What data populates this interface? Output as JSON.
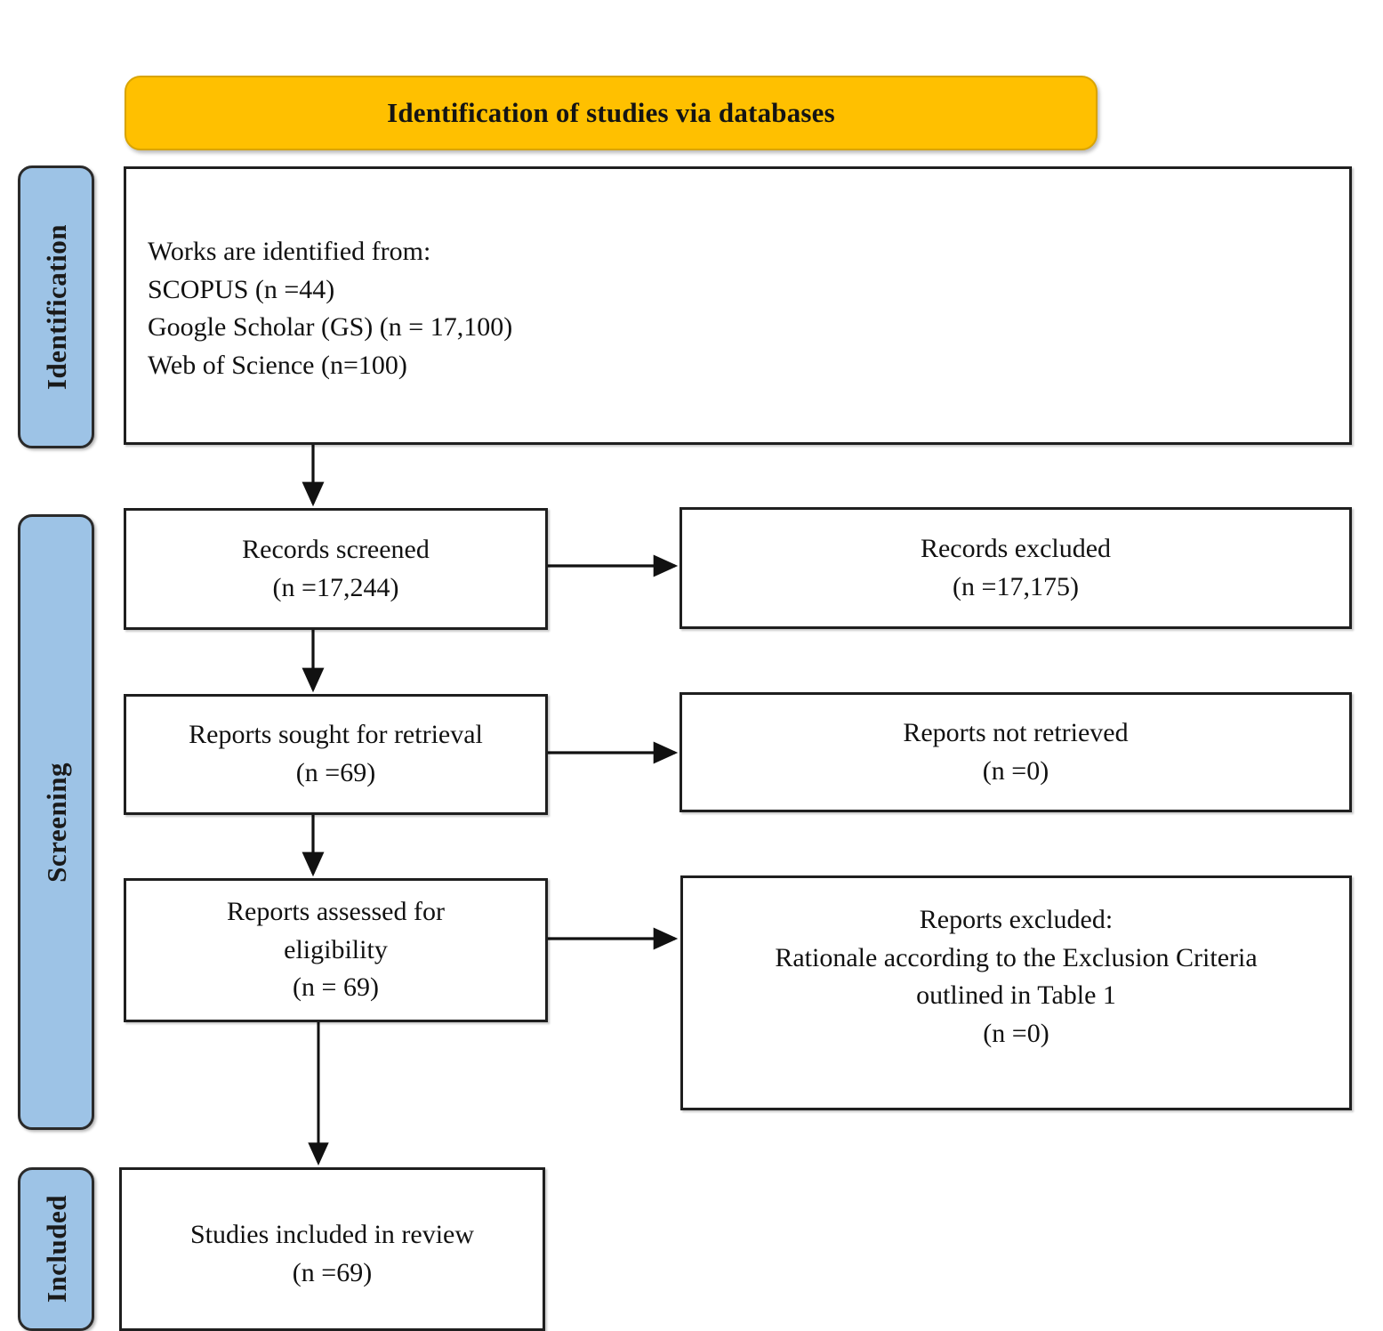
{
  "banner": {
    "title": "Identification of studies via databases"
  },
  "phases": [
    {
      "label": "Identification",
      "name": "phase-identification"
    },
    {
      "label": "Screening",
      "name": "phase-screening"
    },
    {
      "label": "Included",
      "name": "phase-included"
    }
  ],
  "boxes": {
    "identification_sources": {
      "line1": "Works are identified from:",
      "line2": "SCOPUS (n =44)",
      "line3": "Google Scholar (GS) (n = 17,100)",
      "line4": "Web of Science (n=100)"
    },
    "records_screened": {
      "line1": "Records screened",
      "line2": "(n =17,244)"
    },
    "records_excluded": {
      "line1": "Records excluded",
      "line2": "(n =17,175)"
    },
    "reports_sought": {
      "line1": "Reports sought for retrieval",
      "line2": "(n =69)"
    },
    "reports_not_retrieved": {
      "line1": "Reports not retrieved",
      "line2": "(n =0)"
    },
    "reports_assessed": {
      "line1": "Reports assessed for",
      "line2": "eligibility",
      "line3": "(n = 69)"
    },
    "reports_excluded": {
      "line1": "Reports excluded:",
      "line2": "Rationale according to the Exclusion Criteria",
      "line3": "outlined in Table 1",
      "line4": "(n =0)"
    },
    "studies_included": {
      "line1": "Studies included in review",
      "line2": "(n =69)"
    }
  },
  "colors": {
    "banner_fill": "#FFC000",
    "phase_fill": "#9DC3E6",
    "box_border": "#1f1f1f",
    "text": "#111111"
  },
  "chart_data": {
    "type": "diagram",
    "title": "PRISMA flow diagram - Identification of studies via databases",
    "phases": [
      "Identification",
      "Screening",
      "Included"
    ],
    "nodes": [
      {
        "id": "identification_sources",
        "phase": "Identification",
        "label": "Works are identified from: SCOPUS (n =44); Google Scholar (GS) (n = 17,100); Web of Science (n=100)",
        "n": 17244
      },
      {
        "id": "records_screened",
        "phase": "Screening",
        "label": "Records screened",
        "n": 17244
      },
      {
        "id": "records_excluded",
        "phase": "Screening",
        "label": "Records excluded",
        "n": 17175
      },
      {
        "id": "reports_sought",
        "phase": "Screening",
        "label": "Reports sought for retrieval",
        "n": 69
      },
      {
        "id": "reports_not_retrieved",
        "phase": "Screening",
        "label": "Reports not retrieved",
        "n": 0
      },
      {
        "id": "reports_assessed",
        "phase": "Screening",
        "label": "Reports assessed for eligibility",
        "n": 69
      },
      {
        "id": "reports_excluded",
        "phase": "Screening",
        "label": "Reports excluded: Rationale according to the Exclusion Criteria outlined in Table 1",
        "n": 0
      },
      {
        "id": "studies_included",
        "phase": "Included",
        "label": "Studies included in review",
        "n": 69
      }
    ],
    "edges": [
      {
        "from": "identification_sources",
        "to": "records_screened",
        "direction": "down"
      },
      {
        "from": "records_screened",
        "to": "records_excluded",
        "direction": "right"
      },
      {
        "from": "records_screened",
        "to": "reports_sought",
        "direction": "down"
      },
      {
        "from": "reports_sought",
        "to": "reports_not_retrieved",
        "direction": "right"
      },
      {
        "from": "reports_sought",
        "to": "reports_assessed",
        "direction": "down"
      },
      {
        "from": "reports_assessed",
        "to": "reports_excluded",
        "direction": "right"
      },
      {
        "from": "reports_assessed",
        "to": "studies_included",
        "direction": "down"
      }
    ],
    "sources": [
      {
        "name": "SCOPUS",
        "n": 44
      },
      {
        "name": "Google Scholar (GS)",
        "n": 17100
      },
      {
        "name": "Web of Science",
        "n": 100
      }
    ]
  }
}
